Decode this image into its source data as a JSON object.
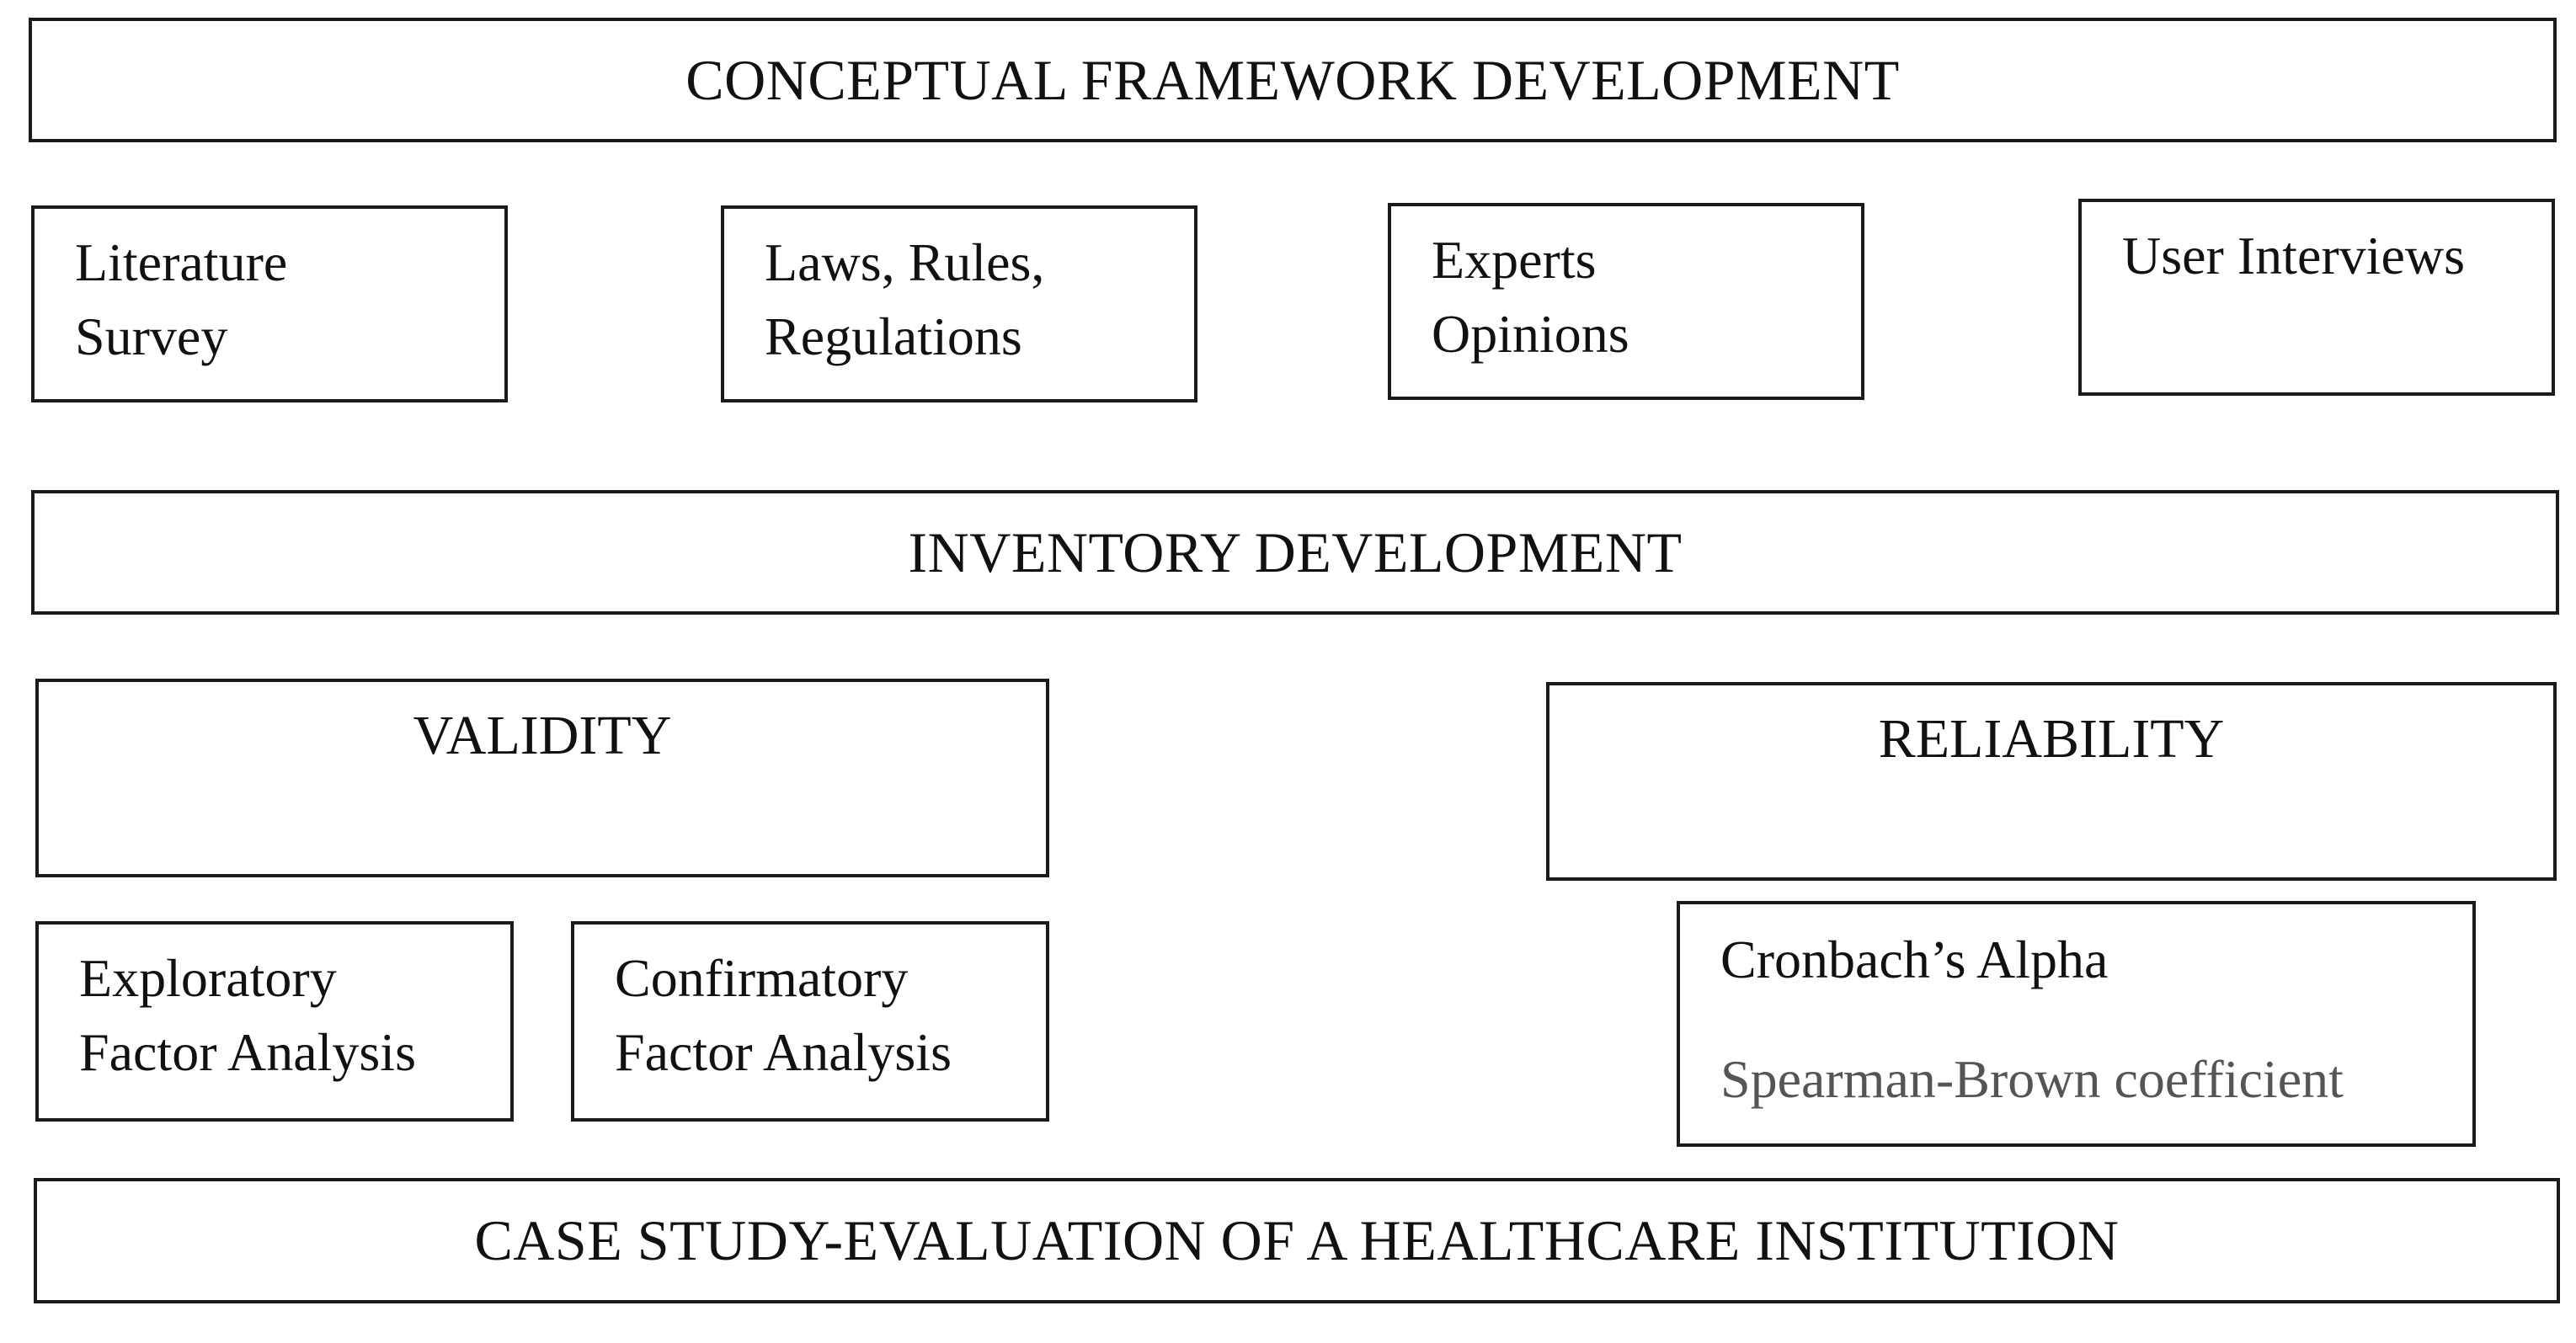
{
  "conceptual": {
    "title": "CONCEPTUAL FRAMEWORK DEVELOPMENT",
    "sources": [
      {
        "lines": [
          "Literature",
          "Survey"
        ]
      },
      {
        "lines": [
          "Laws, Rules,",
          "Regulations"
        ]
      },
      {
        "lines": [
          "Experts",
          "Opinions"
        ]
      },
      {
        "lines": [
          "User Interviews"
        ]
      }
    ]
  },
  "inventory": {
    "title": "INVENTORY DEVELOPMENT"
  },
  "validity": {
    "title": "VALIDITY",
    "methods": [
      {
        "lines": [
          "Exploratory",
          "Factor Analysis"
        ]
      },
      {
        "lines": [
          "Confirmatory",
          "Factor Analysis"
        ]
      }
    ]
  },
  "reliability": {
    "title": "RELIABILITY",
    "methods": [
      "Cronbach’s Alpha",
      "Spearman-Brown coefficient"
    ]
  },
  "case_study": {
    "title": "CASE STUDY-EVALUATION OF A HEALTHCARE INSTITUTION"
  },
  "colors": {
    "border": "#1a1a1a",
    "text": "#111111",
    "muted_text": "#555555",
    "background": "#ffffff"
  }
}
